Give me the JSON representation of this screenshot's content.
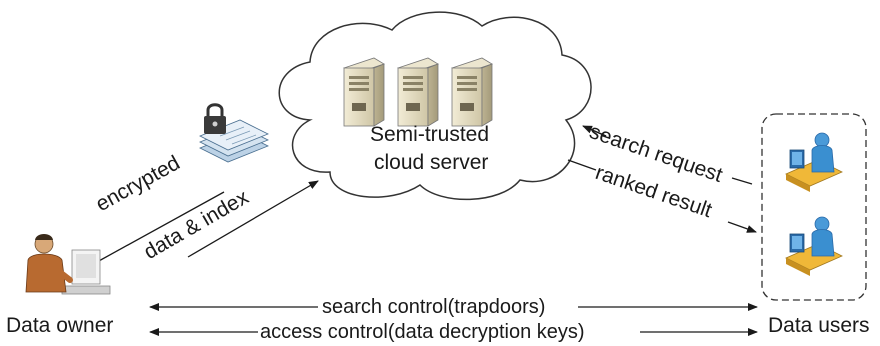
{
  "cloud": {
    "line1": "Semi-trusted",
    "line2": "cloud server"
  },
  "owner": {
    "label": "Data owner",
    "icon": "person-at-computer-icon"
  },
  "users": {
    "label": "Data users",
    "icon": "person-at-computer-icon"
  },
  "arrows": {
    "encrypted": "encrypted",
    "data_index": "data & index",
    "search_request": "search request",
    "ranked_result": "ranked result",
    "search_control": "search control(trapdoors)",
    "access_control": "access control(data decryption keys)"
  },
  "icons": {
    "server": "server-tower-icon",
    "document": "encrypted-document-icon",
    "lock": "padlock-icon"
  },
  "colors": {
    "line": "#1a1a1a",
    "server_body": "#e8e1c8",
    "user_shirt": "#3a8fd0",
    "desk": "#f0b838"
  }
}
